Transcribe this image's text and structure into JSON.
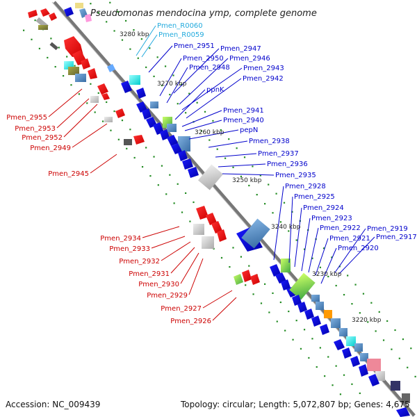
{
  "title": "Pseudomonas mendocina ymp, complete genome",
  "footer": {
    "accession": "Accession: NC_009439",
    "summary": "Topology: circular; Length: 5,072,807 bp; Genes: 4,675"
  },
  "kbp_labels": [
    "3280 kbp",
    "3270 kbp",
    "3260 kbp",
    "3250 kbp",
    "3240 kbp",
    "3230 kbp",
    "3220 kbp"
  ],
  "genes_forward": [
    "Pmen_R0060",
    "Pmen_R0059",
    "Pmen_2951",
    "Pmen_2947",
    "Pmen_2950",
    "Pmen_2946",
    "Pmen_2948",
    "Pmen_2943",
    "Pmen_2942",
    "ppnK",
    "Pmen_2941",
    "Pmen_2940",
    "pepN",
    "Pmen_2938",
    "Pmen_2937",
    "Pmen_2936",
    "Pmen_2935",
    "Pmen_2928",
    "Pmen_2925",
    "Pmen_2924",
    "Pmen_2923",
    "Pmen_2922",
    "Pmen_2919",
    "Pmen_2921",
    "Pmen_2917",
    "Pmen_2920"
  ],
  "genes_reverse": [
    "Pmen_2955",
    "Pmen_2953",
    "Pmen_2952",
    "Pmen_2949",
    "Pmen_2945",
    "Pmen_2934",
    "Pmen_2933",
    "Pmen_2932",
    "Pmen_2931",
    "Pmen_2930",
    "Pmen_2929",
    "Pmen_2927",
    "Pmen_2926"
  ],
  "colors": {
    "forward_label": "#0000cc",
    "reverse_label": "#cc0000",
    "rna_label": "#22aadd",
    "backbone": "#888888",
    "tick_green": "#228b22"
  }
}
